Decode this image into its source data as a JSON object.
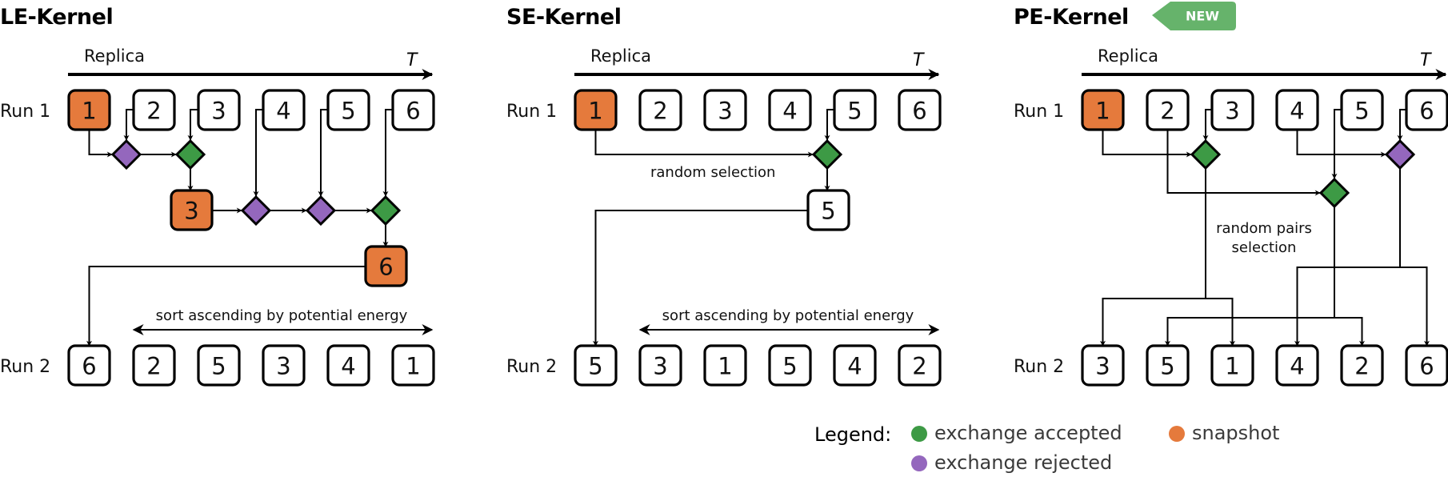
{
  "colors": {
    "snapshot": "#e57a3c",
    "accepted": "#3d9a45",
    "rejected": "#9467bd",
    "badge": "#66b36b"
  },
  "common": {
    "axis_label": "Replica",
    "axis_end_label": "T",
    "run1_label": "Run 1",
    "run2_label": "Run 2"
  },
  "panels": [
    {
      "id": "le",
      "title": "LE-Kernel",
      "run1": [
        {
          "label": "1",
          "snapshot": true
        },
        {
          "label": "2",
          "snapshot": false
        },
        {
          "label": "3",
          "snapshot": false
        },
        {
          "label": "4",
          "snapshot": false
        },
        {
          "label": "5",
          "snapshot": false
        },
        {
          "label": "6",
          "snapshot": false
        }
      ],
      "exchanges": [
        {
          "status": "rejected"
        },
        {
          "status": "accepted"
        },
        {
          "status": "rejected"
        },
        {
          "status": "rejected"
        },
        {
          "status": "accepted"
        }
      ],
      "intermediate": [
        {
          "label": "3",
          "snapshot": true
        },
        {
          "label": "6",
          "snapshot": true
        }
      ],
      "annotation": "sort ascending by potential energy",
      "run2": [
        "6",
        "2",
        "5",
        "3",
        "4",
        "1"
      ]
    },
    {
      "id": "se",
      "title": "SE-Kernel",
      "run1": [
        {
          "label": "1",
          "snapshot": true
        },
        {
          "label": "2",
          "snapshot": false
        },
        {
          "label": "3",
          "snapshot": false
        },
        {
          "label": "4",
          "snapshot": false
        },
        {
          "label": "5",
          "snapshot": false
        },
        {
          "label": "6",
          "snapshot": false
        }
      ],
      "exchanges": [
        {
          "status": "accepted"
        }
      ],
      "intermediate": [
        {
          "label": "5",
          "snapshot": false
        }
      ],
      "selection_note": "random selection",
      "annotation": "sort ascending by potential energy",
      "run2": [
        "5",
        "3",
        "1",
        "5",
        "4",
        "2"
      ]
    },
    {
      "id": "pe",
      "title": "PE-Kernel",
      "badge": "NEW",
      "run1": [
        {
          "label": "1",
          "snapshot": true
        },
        {
          "label": "2",
          "snapshot": false
        },
        {
          "label": "3",
          "snapshot": false
        },
        {
          "label": "4",
          "snapshot": false
        },
        {
          "label": "5",
          "snapshot": false
        },
        {
          "label": "6",
          "snapshot": false
        }
      ],
      "exchanges": [
        {
          "status": "accepted",
          "pair": [
            "1",
            "3"
          ]
        },
        {
          "status": "accepted",
          "pair": [
            "2",
            "5"
          ]
        },
        {
          "status": "rejected",
          "pair": [
            "4",
            "6"
          ]
        }
      ],
      "selection_note_line1": "random pairs",
      "selection_note_line2": "selection",
      "run2": [
        "3",
        "5",
        "1",
        "4",
        "2",
        "6"
      ]
    }
  ],
  "legend": {
    "heading": "Legend:",
    "items": [
      {
        "key": "accepted",
        "label": "exchange accepted"
      },
      {
        "key": "snapshot",
        "label": "snapshot"
      },
      {
        "key": "rejected",
        "label": "exchange rejected"
      }
    ]
  }
}
